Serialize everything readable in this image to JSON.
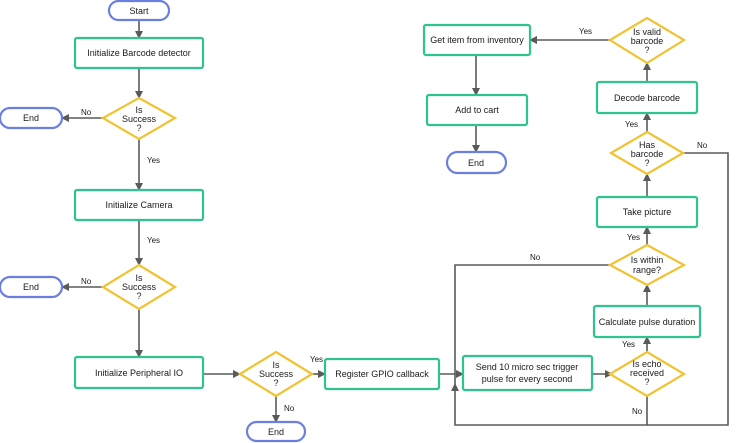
{
  "nodes": {
    "start": "Start",
    "init_barcode": "Initialize Barcode detector",
    "dec1": [
      "Is",
      "Success",
      "?"
    ],
    "end1": "End",
    "init_camera": "Initialize Camera",
    "dec2": [
      "Is",
      "Success",
      "?"
    ],
    "end2": "End",
    "init_io": "Initialize Peripheral IO",
    "dec3": [
      "Is",
      "Success",
      "?"
    ],
    "end3": "End",
    "register_gpio": "Register GPIO callback",
    "send_trigger": [
      "Send 10 micro sec trigger",
      "pulse for every second"
    ],
    "dec_echo": [
      "Is echo",
      "received",
      "?"
    ],
    "calc_pulse": "Calculate pulse duration",
    "dec_range": [
      "Is within",
      "range?"
    ],
    "take_picture": "Take picture",
    "dec_barcode": [
      "Has",
      "barcode",
      "?"
    ],
    "decode_barcode": "Decode barcode",
    "dec_valid": [
      "Is valid",
      "barcode",
      "?"
    ],
    "get_item": "Get item from inventory",
    "add_cart": "Add to cart",
    "end4": "End"
  },
  "edge_labels": {
    "dec1_no": "No",
    "dec1_yes": "Yes",
    "dec2_yes": "Yes",
    "dec2_no": "No",
    "dec3_yes": "Yes",
    "dec3_no": "No",
    "echo_yes": "Yes",
    "echo_no": "No",
    "range_yes": "Yes",
    "range_no": "No",
    "barcode_yes": "Yes",
    "barcode_no": "No",
    "valid_yes": "Yes"
  },
  "colors": {
    "process_border": "#2ec48e",
    "terminal_border": "#6a7fe0",
    "decision_border": "#f2c230",
    "arrow": "#5a5a5a"
  }
}
